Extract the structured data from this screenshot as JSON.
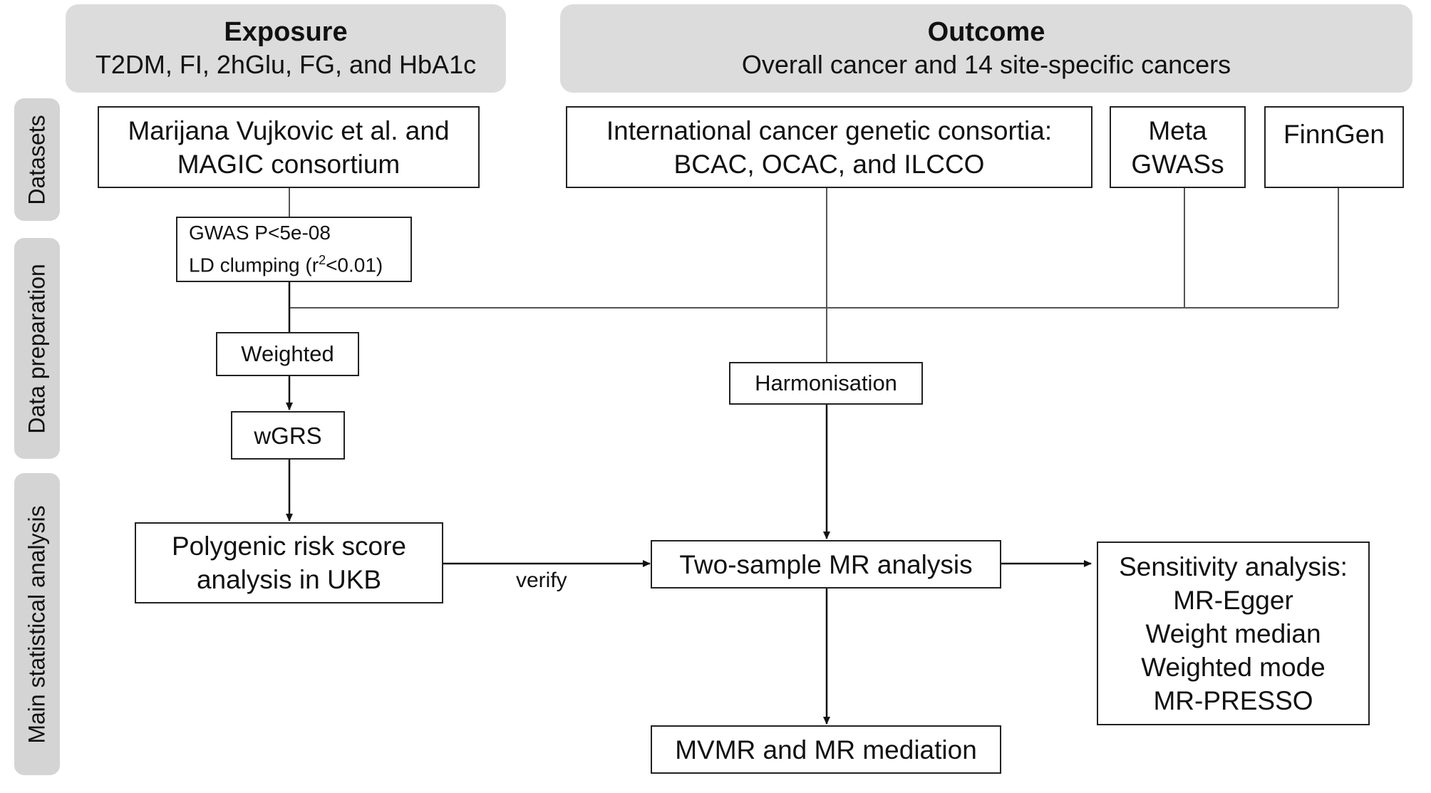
{
  "headers": {
    "exposure": {
      "title": "Exposure",
      "subtitle": "T2DM, FI, 2hGlu, FG, and HbA1c"
    },
    "outcome": {
      "title": "Outcome",
      "subtitle": "Overall cancer and 14 site-specific cancers"
    }
  },
  "sections": {
    "datasets": "Datasets",
    "data_preparation": "Data preparation",
    "main_analysis": "Main statistical analysis"
  },
  "boxes": {
    "vujkovic": [
      "Marijana Vujkovic et al. and",
      "MAGIC consortium"
    ],
    "intl": [
      "International cancer genetic consortia:",
      "BCAC, OCAC, and ILCCO"
    ],
    "meta": [
      "Meta",
      "GWASs"
    ],
    "finngen": "FinnGen",
    "gwas": {
      "line1": "GWAS P<5e-08",
      "line2_pre": "LD clumping (r",
      "line2_sup": "2",
      "line2_post": "<0.01)"
    },
    "weighted": "Weighted",
    "wgrs": "wGRS",
    "harmonisation": "Harmonisation",
    "prs": [
      "Polygenic risk score",
      "analysis in UKB"
    ],
    "twosample": "Two-sample MR analysis",
    "sensitivity": [
      "Sensitivity analysis:",
      "MR-Egger",
      "Weight median",
      "Weighted mode",
      "MR-PRESSO"
    ],
    "mvmr": "MVMR and MR mediation"
  },
  "edge_labels": {
    "verify": "verify"
  }
}
